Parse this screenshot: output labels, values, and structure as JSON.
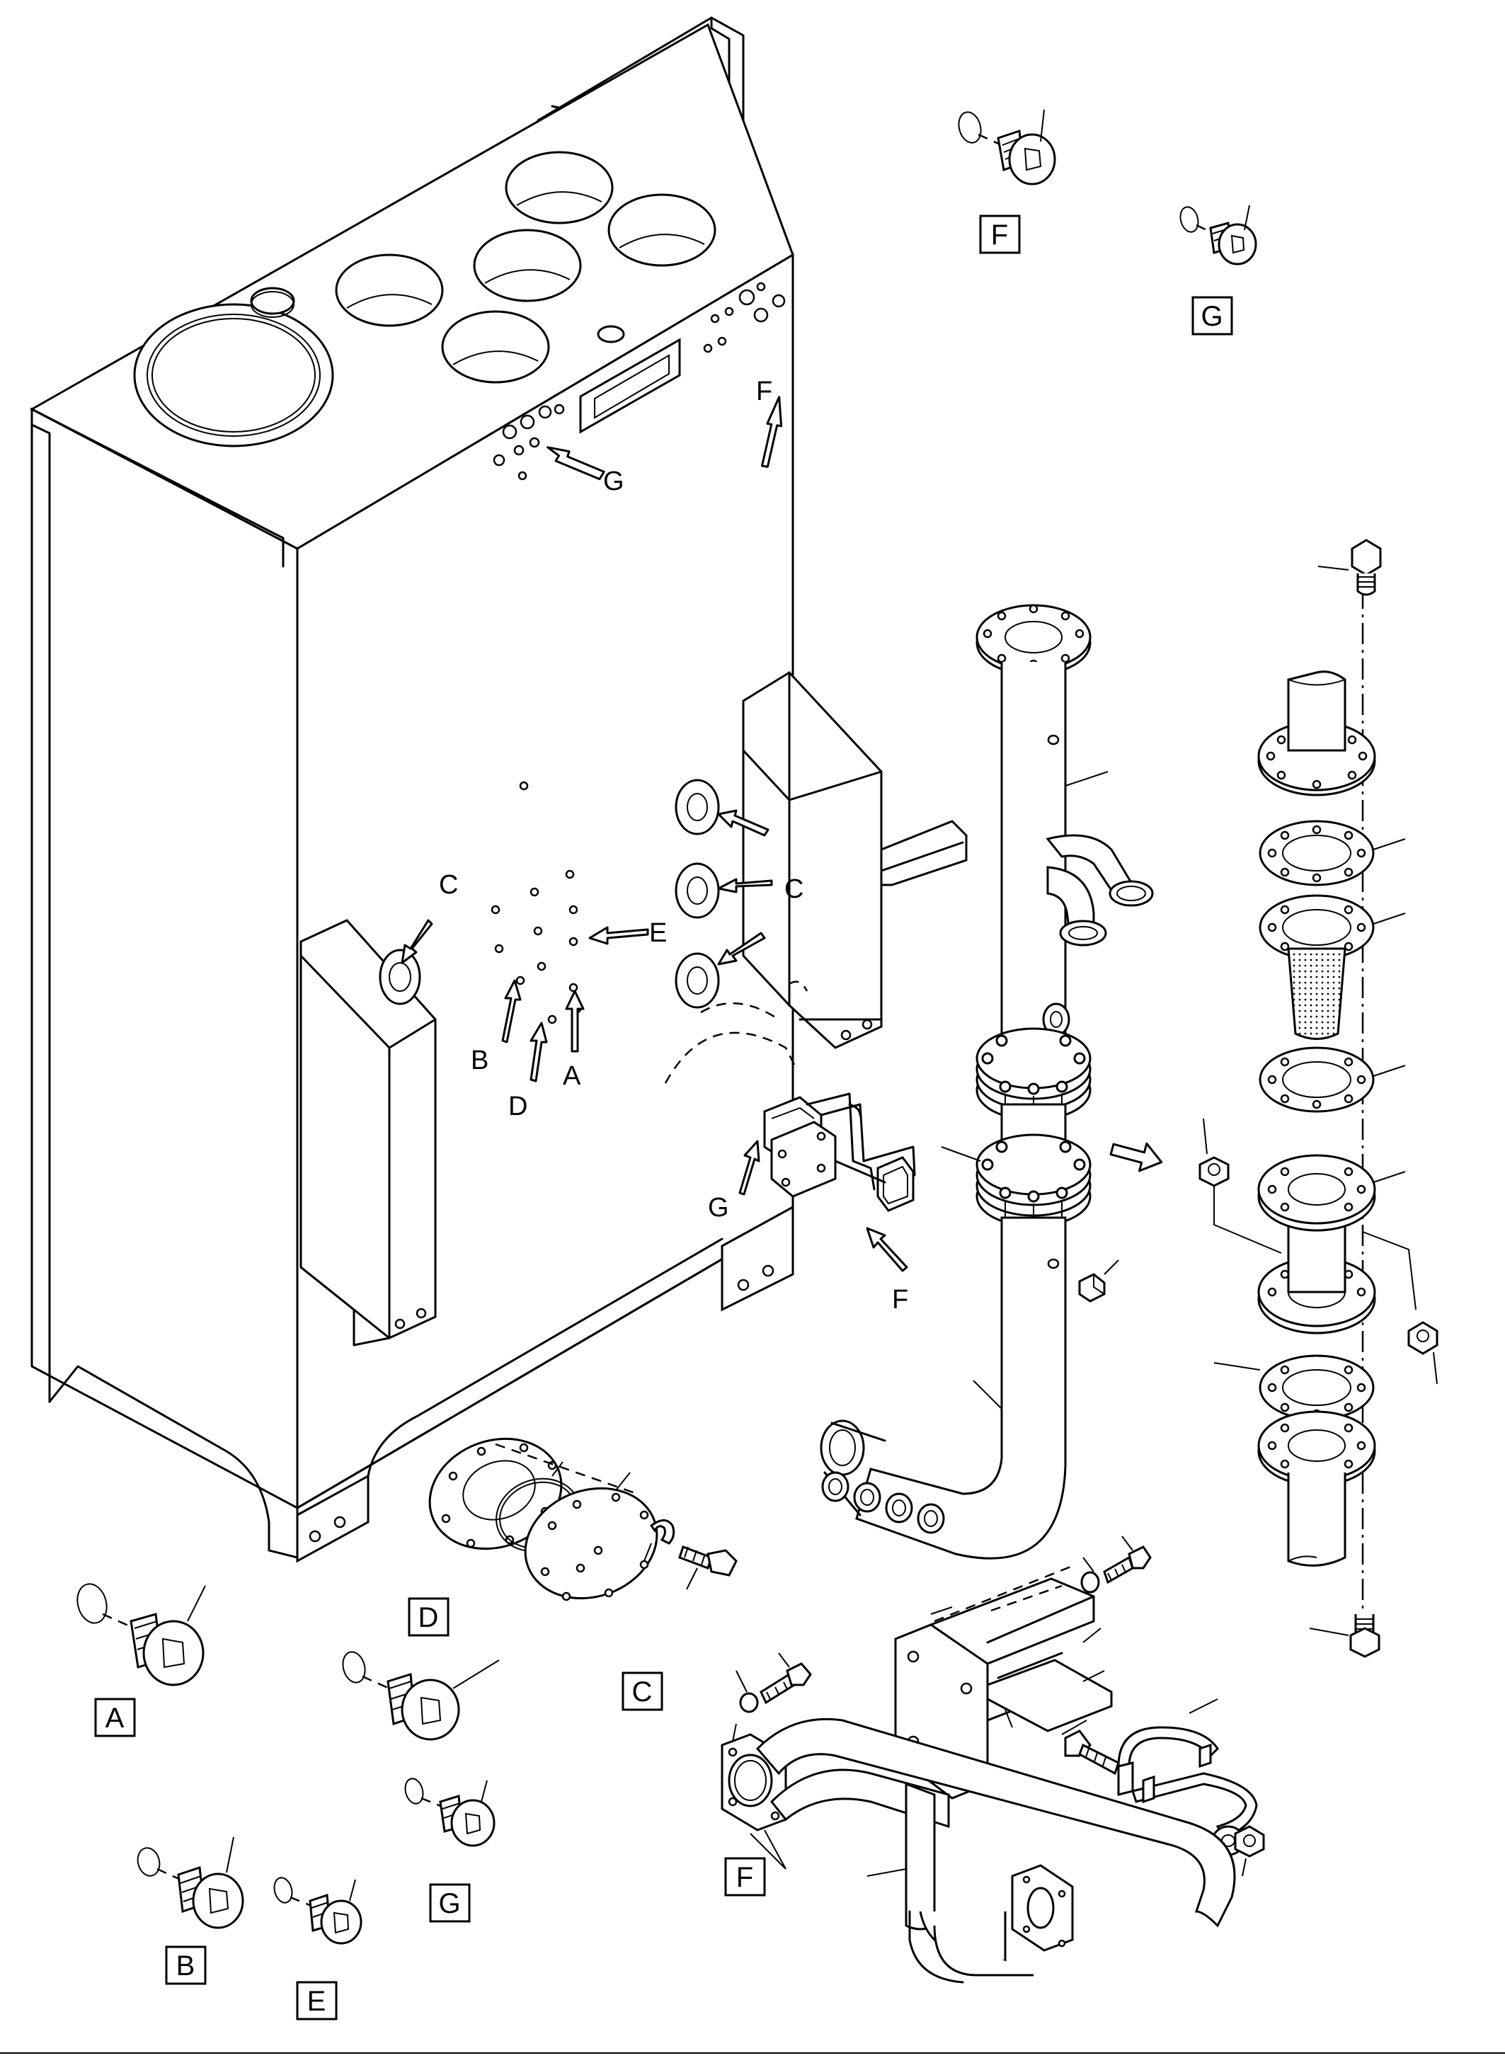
{
  "view_labels": {
    "a": "A",
    "b": "B",
    "c": "C",
    "d": "D",
    "e": "E",
    "f": "F",
    "g": "G"
  },
  "detail_boxes": {
    "f_top": "F",
    "g_top": "G",
    "a": "A",
    "d": "D",
    "c": "C",
    "g_bottom": "G",
    "b": "B",
    "e": "E",
    "f_bottom": "F"
  },
  "colors": {
    "line": "#000000",
    "background": "#ffffff"
  }
}
